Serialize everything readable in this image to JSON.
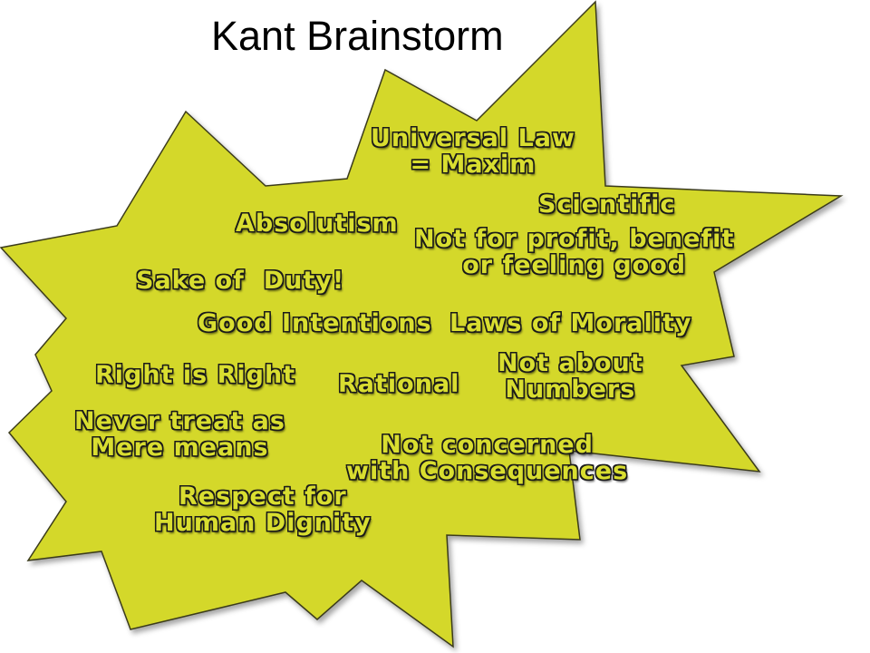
{
  "title": "Kant Brainstorm",
  "colors": {
    "burst_fill": "#d4d82b",
    "burst_stroke": "#3a3a1a",
    "term_fill": "#d9de30",
    "term_outline": "#1a1a1a"
  },
  "terms": {
    "universal_law": {
      "lines": [
        "Universal Law",
        "= Maxim"
      ]
    },
    "scientific": {
      "lines": [
        "Scientific"
      ]
    },
    "absolutism": {
      "lines": [
        "Absolutism"
      ]
    },
    "not_for_profit": {
      "lines": [
        "Not for profit, benefit",
        "or feeling good"
      ]
    },
    "sake_of_duty": {
      "lines": [
        "Sake of  Duty!"
      ]
    },
    "good_intentions": {
      "lines": [
        "Good Intentions"
      ]
    },
    "laws_of_morality": {
      "lines": [
        "Laws of Morality"
      ]
    },
    "right_is_right": {
      "lines": [
        "Right is Right"
      ]
    },
    "rational": {
      "lines": [
        "Rational"
      ]
    },
    "not_about_numbers": {
      "lines": [
        "Not about",
        "Numbers"
      ]
    },
    "never_treat": {
      "lines": [
        "Never treat as",
        "Mere means"
      ]
    },
    "not_concerned": {
      "lines": [
        "Not concerned",
        "with Consequences"
      ]
    },
    "respect": {
      "lines": [
        "Respect for",
        "Human Dignity"
      ]
    }
  }
}
